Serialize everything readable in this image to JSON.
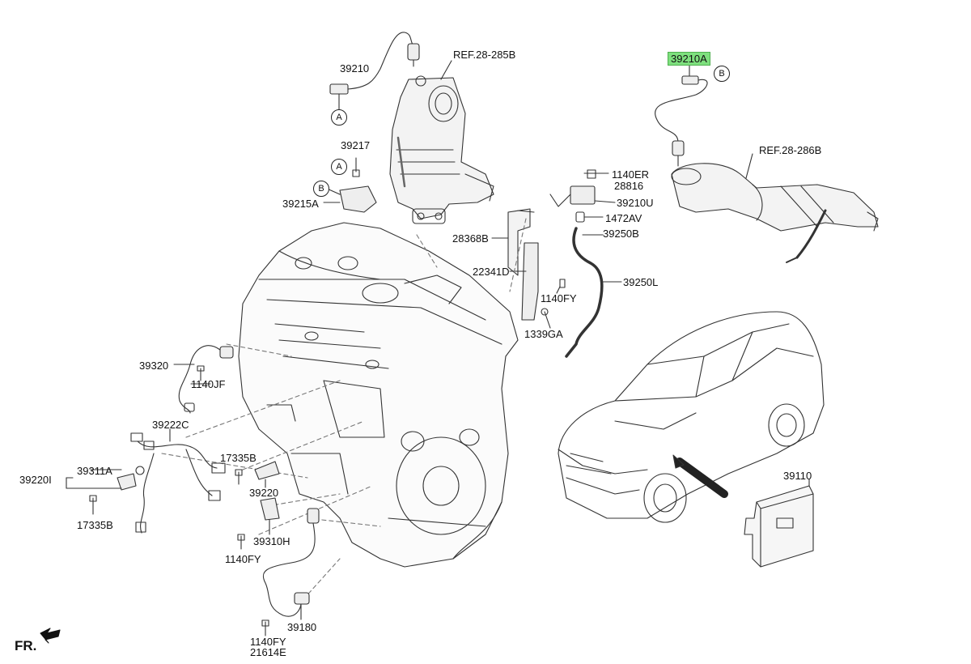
{
  "callouts": {
    "a1": "A",
    "a2": "A",
    "b1": "B",
    "b2": "B"
  },
  "labels": {
    "p39210": "39210",
    "ref285b": "REF.28-285B",
    "p39210a": "39210A",
    "ref286b": "REF.28-286B",
    "p39217": "39217",
    "p39215a": "39215A",
    "p1140er": "1140ER",
    "p28816": "28816",
    "p39210u": "39210U",
    "p1472av": "1472AV",
    "p39250b": "39250B",
    "p28368b": "28368B",
    "p22341d": "22341D",
    "p1140fy_a": "1140FY",
    "p39250l": "39250L",
    "p1339ga": "1339GA",
    "p39320": "39320",
    "p1140jf": "1140JF",
    "p39222c": "39222C",
    "p17335b_a": "17335B",
    "p39311a": "39311A",
    "p39220i": "39220I",
    "p39220": "39220",
    "p17335b_b": "17335B",
    "p39310h": "39310H",
    "p1140fy_b": "1140FY",
    "p39180": "39180",
    "p1140fy_c": "1140FY",
    "p21614e": "21614E",
    "p39110": "39110"
  },
  "orientation": "FR."
}
